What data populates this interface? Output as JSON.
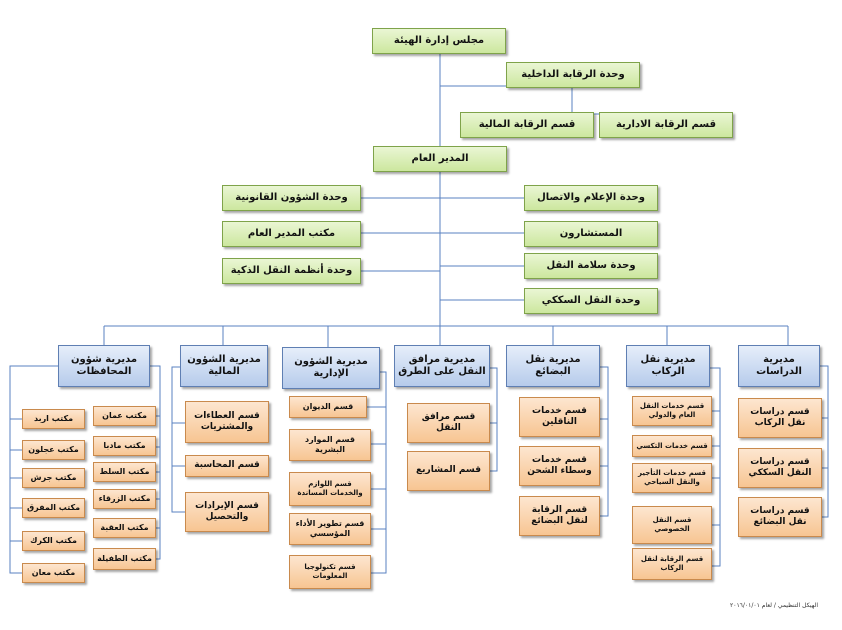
{
  "board": "مجلس إدارة الهيئة",
  "internal_audit": "وحدة الرقابة الداخلية",
  "financial_control": "قسم الرقابة المالية",
  "admin_control": "قسم الرقابة الادارية",
  "director_general": "المدير العام",
  "left_units": [
    "وحدة الشؤون القانونية",
    "مكتب المدير العام",
    "وحدة أنظمة النقل الذكية"
  ],
  "right_units": [
    "وحدة الإعلام والاتصال",
    "المستشارون",
    "وحدة سلامة النقل",
    "وحدة النقل السككي"
  ],
  "directorates": {
    "governorates": {
      "title": "مديرية شؤون المحافظات",
      "offices_right": [
        "مكتب عمان",
        "مكتب مادبا",
        "مكتب السلط",
        "مكتب الزرقاء",
        "مكتب العقبة",
        "مكتب الطفيلة"
      ],
      "offices_left": [
        "مكتب اربد",
        "مكتب عجلون",
        "مكتب جرش",
        "مكتب المفرق",
        "مكتب الكرك",
        "مكتب معان"
      ]
    },
    "finance": {
      "title": "مديرية الشؤون المالية",
      "sections": [
        "قسم العطاءات والمشتريات",
        "قسم المحاسبة",
        "قسم الإيرادات والتحصيل"
      ]
    },
    "admin": {
      "title": "مديرية الشؤون الإدارية",
      "sections": [
        "قسم الديوان",
        "قسم الموارد البشرية",
        "قسم اللوازم والخدمات المساندة",
        "قسم تطوير الأداء المؤسسي",
        "قسم تكنولوجيا المعلومات"
      ]
    },
    "road": {
      "title": "مديرية مرافق النقل على الطرق",
      "sections": [
        "قسم مرافق النقل",
        "قسم المشاريع"
      ]
    },
    "goods": {
      "title": "مديرية نقل البضائع",
      "sections": [
        "قسم خدمات الناقلين",
        "قسم خدمات وسطاء الشحن",
        "قسم الرقابة لنقل البضائع"
      ]
    },
    "passengers": {
      "title": "مديرية نقل الركاب",
      "sections": [
        "قسم خدمات النقل العام والدولي",
        "قسم خدمات التكسي",
        "قسم خدمات التأجير والنقل السياحي",
        "قسم النقل الخصوصي",
        "قسم الرقابة لنقل الركاب"
      ]
    },
    "studies": {
      "title": "مديرية الدراسات",
      "sections": [
        "قسم دراسات نقل الركاب",
        "قسم دراسات النقل السككي",
        "قسم دراسات نقل البضائع"
      ]
    }
  },
  "footer": "الهيكل التنظيمي / لعام ٢٠١٦/٠١/٠١"
}
